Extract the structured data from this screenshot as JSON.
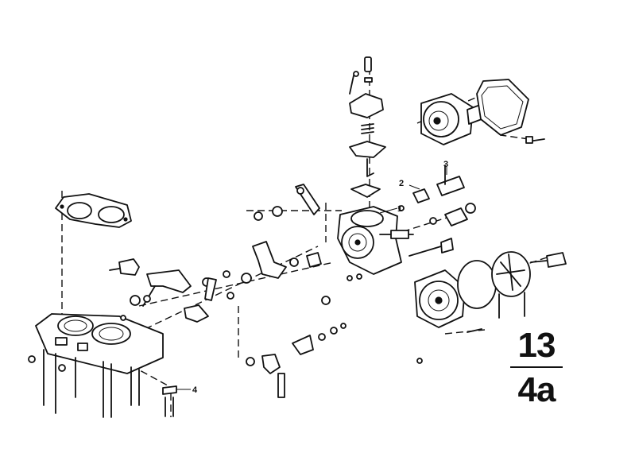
{
  "diagram": {
    "callouts": {
      "c1": "1",
      "c2": "2",
      "c3": "3",
      "c4": "4"
    },
    "reference": {
      "top": "13",
      "bottom": "4a"
    }
  }
}
